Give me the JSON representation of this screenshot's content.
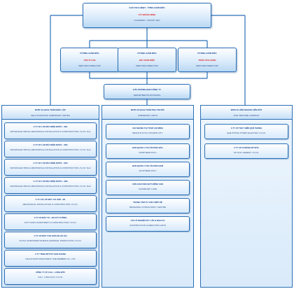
{
  "ceo": {
    "title": "CHỦ TỊCH HĐQT - TỔNG GIÁM ĐỐC",
    "name": "VŨ HOÀNG MINH",
    "subtitle": "CHAIRMAN - GROUP CEO"
  },
  "deputies": [
    {
      "title": "P.TỔNG GIÁM ĐỐC",
      "name": "TẬN TÚ HẢI",
      "subtitle": "DEPUTIES DIRECTOR"
    },
    {
      "title": "P.TỔNG GIÁM ĐỐC",
      "name": "BÙI XUÂN RIỆP",
      "subtitle": "DEPUTIES DIRECTOR"
    },
    {
      "title": "P.TỔNG GIÁM ĐỐC",
      "name": "TRẦN VĂN HƯNG",
      "subtitle": "DEPUTIES DIRECTOR"
    }
  ],
  "departments": {
    "title": "CÁC PHÒNG BAN CÔNG TY",
    "subtitle": "DEPARTMENTS DIVISIONS"
  },
  "columns": [
    {
      "title": "ĐƠN VỊ HẠCH TOÁN ĐỘC LẬP",
      "subtitle": "SELF FINANCING SUBSIDIARY UNITES",
      "units": [
        {
          "title": "C.TY CP LẮP MÁY ĐIỆN NƯỚC - XD1",
          "subtitle": "WATER ELECTRICAL MECHANICAL INSTALLATION & CONSTRUCTION J.S.CO. No1"
        },
        {
          "title": "C.TY CP LẮP MÁY ĐIỆN NƯỚC - XD2",
          "subtitle": "WATER ELECTRICAL MECHANICAL INSTALLATION & CONSTRUCTION J.S.CO. No2"
        },
        {
          "title": "C.TY CP LẮP MÁY ĐIỆN NƯỚC - XD4",
          "subtitle": "WATER ELECTRICAL MECHANICAL INSTALLATION & CONSTRUCTION J.S.CO. No4"
        },
        {
          "title": "C.TY CP LẮP MÁY ĐIỆN NƯỚC - XD9",
          "subtitle": "WATER ELECTRICAL MECHANICAL INSTALLATION & CONSTRUCTION J.S.CO. No9"
        },
        {
          "title": "C.TY CP LẮP MÁY CƠ GIỚI - XD",
          "subtitle": "MECHANICAL INSTALLATION & CONSTRUCTION J.S.CO."
        },
        {
          "title": "C.TY CP ĐẦU TƯ - XD CÁT TƯỜNG",
          "subtitle": "CAT TUONG INVESTMENT & CONSTRUCTION J.S.CO."
        },
        {
          "title": "C.TY CP ĐẦU TƯ& SXVLXD HÀ HẢI",
          "subtitle": "HA HAI INVESTMENT BUIDING MATERIAL PRODUCTION J.S.CO."
        },
        {
          "title": "C.TY TNHH MTV ĐT HẠN KHANH",
          "subtitle": "HAN KHANH INVESTMENT ONE MEMBER CO., LTD"
        },
        {
          "title": "CÔNG TY CP CALI - LONG ĐỨC",
          "subtitle": "CALI - LONG DUC J.S.CO."
        }
      ]
    },
    {
      "title": "ĐƠN VỊ HẠCH TOÁN PHỤ THUỘC",
      "subtitle": "SUBSIDIARY UNITS",
      "units": [
        {
          "title": "CHI NHÁNH TẠI TP.HỒ CHÍ MINH",
          "subtitle": "BRANCH IN HO CHI MINH CITY"
        },
        {
          "title": "BAN QUẢN LÝ DỰ ÁN PHÍA BẮC",
          "subtitle": "NORTHERN P.M.U"
        },
        {
          "title": "BAN QUẢN LÝ DỰ ÁN PHÍA NAM",
          "subtitle": "SOUTHERN P.M.U"
        },
        {
          "title": "SÀN GIAO DỊCH BẤT ĐỘNG SẢN",
          "subtitle": "COAHELMIC LAND"
        },
        {
          "title": "TRUNG TÂM TƯ VẤN THIẾT KẾ",
          "subtitle": "DESIGNING CONSULTANCY CENTRE"
        },
        {
          "title": "CÁC XÍ NGHIỆP XÂY LẮP & DỊCH VỤ",
          "subtitle": "CONSTRUCTION & ERECTION UNITS"
        }
      ]
    },
    {
      "title": "ĐƠN VỊ LIÊN DOANH LIÊN KẾT",
      "subtitle": "JOIN VENTURE COMPANY",
      "units": [
        {
          "title": "C.TY CP THỦY ĐIỆN QUẾ PHONG",
          "subtitle": "QUE PHONG HYDRO ELECTRIC J.S.CO."
        },
        {
          "title": "C.TY CP XI MĂNG MỸ ĐỨC",
          "subtitle": "MY DUC CEMENT J.S.CO."
        }
      ]
    }
  ]
}
